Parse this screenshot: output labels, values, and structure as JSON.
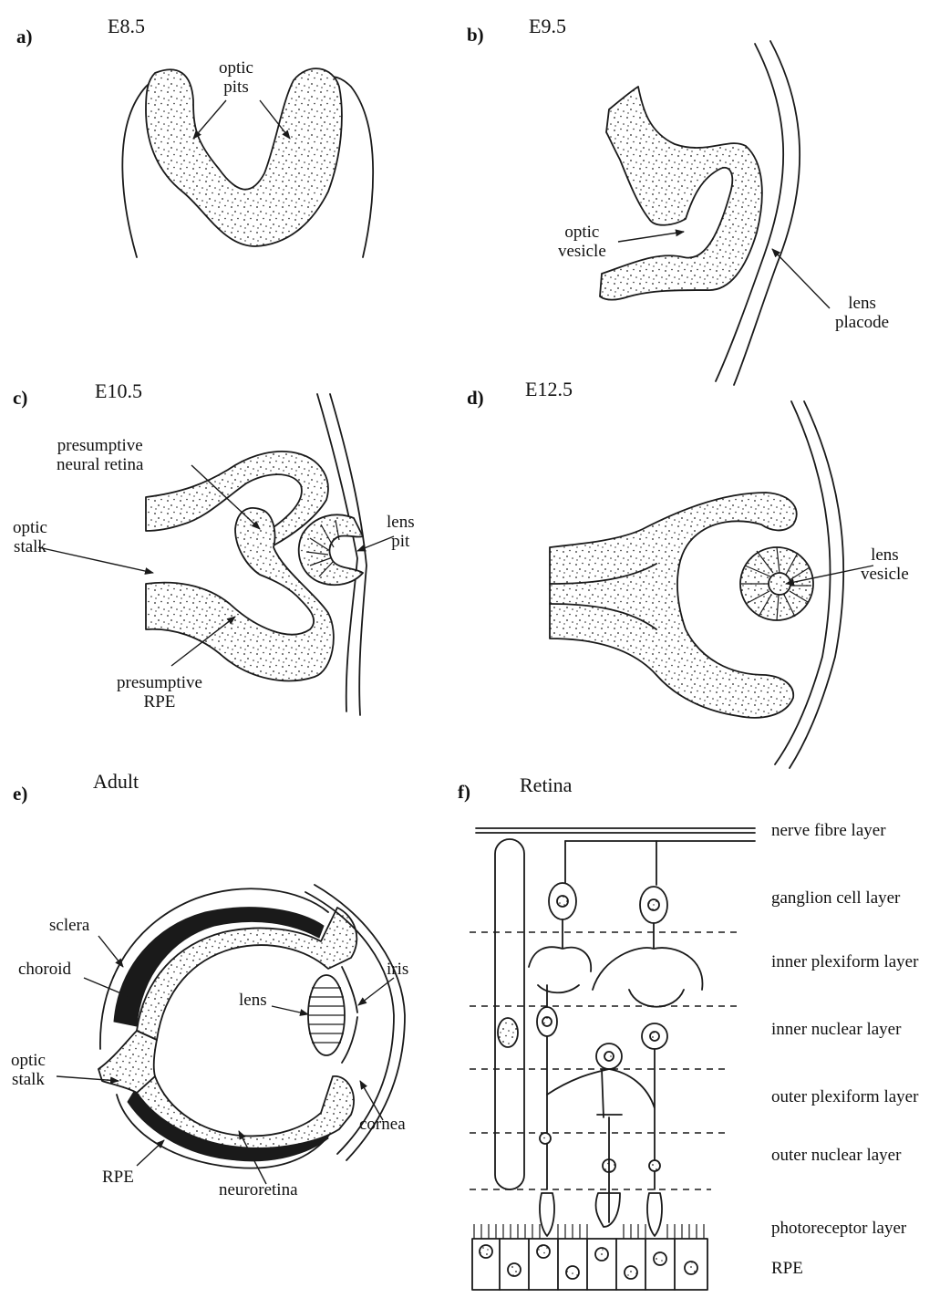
{
  "panels": {
    "a": {
      "letter": "a)",
      "stage": "E8.5",
      "labels": {
        "optic_pits": "optic\npits"
      }
    },
    "b": {
      "letter": "b)",
      "stage": "E9.5",
      "labels": {
        "optic_vesicle": "optic\nvesicle",
        "lens_placode": "lens\nplacode"
      }
    },
    "c": {
      "letter": "c)",
      "stage": "E10.5",
      "labels": {
        "presumptive_neural_retina": "presumptive\nneural retina",
        "optic_stalk": "optic\nstalk",
        "lens_pit": "lens\npit",
        "presumptive_rpe": "presumptive\nRPE"
      }
    },
    "d": {
      "letter": "d)",
      "stage": "E12.5",
      "labels": {
        "lens_vesicle": "lens\nvesicle"
      }
    },
    "e": {
      "letter": "e)",
      "stage": "Adult",
      "labels": {
        "sclera": "sclera",
        "choroid": "choroid",
        "lens": "lens",
        "iris": "iris",
        "optic_stalk": "optic\nstalk",
        "cornea": "cornea",
        "rpe": "RPE",
        "neuroretina": "neuroretina"
      }
    },
    "f": {
      "letter": "f)",
      "stage": "Retina",
      "layers": [
        "nerve fibre layer",
        "ganglion cell layer",
        "inner plexiform layer",
        "inner nuclear layer",
        "outer plexiform layer",
        "outer nuclear layer",
        "photoreceptor layer",
        "RPE"
      ]
    }
  }
}
